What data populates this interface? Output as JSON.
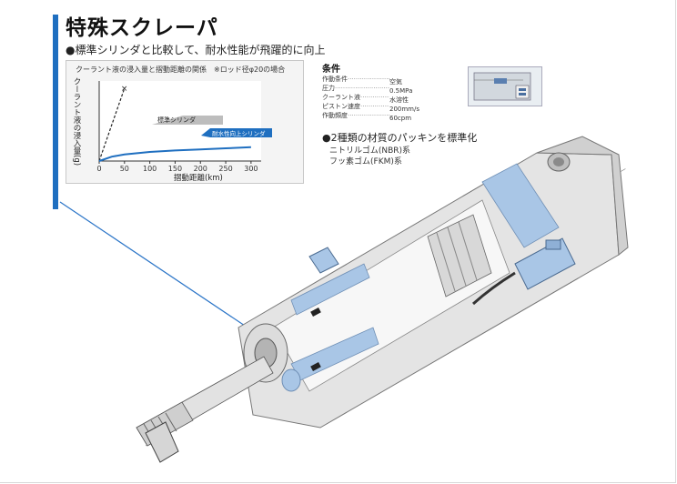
{
  "title": "特殊スクレーパ",
  "subtitle": "●標準シリンダと比較して、耐水性能が飛躍的に向上",
  "chart_data": {
    "type": "line",
    "title": "クーラント液の浸入量と摺動距離の関係　※ロッド径φ20の場合",
    "xlabel": "摺動距離(km)",
    "ylabel": "クーラント液の浸入量(g)",
    "xticks": [
      "0",
      "50",
      "100",
      "150",
      "200",
      "250",
      "300"
    ],
    "xlim": [
      0,
      320
    ],
    "series": [
      {
        "name": "標準シリンダ",
        "style": "dashed",
        "color": "#222222",
        "x": [
          0,
          50
        ],
        "y": [
          0,
          10
        ]
      },
      {
        "name": "耐水性向上シリンダ",
        "style": "solid",
        "color": "#1f6fc0",
        "x": [
          0,
          25,
          50,
          100,
          150,
          200,
          250,
          300
        ],
        "y": [
          0,
          0.6,
          0.9,
          1.25,
          1.45,
          1.6,
          1.75,
          1.9
        ]
      }
    ],
    "marker": {
      "label": "×",
      "x": 50,
      "y": 10
    }
  },
  "conditions": {
    "heading": "条件",
    "rows": [
      {
        "label": "作動条件",
        "value": "空気"
      },
      {
        "label": "圧力",
        "value": "0.5MPa"
      },
      {
        "label": "クーラント液",
        "value": "水溶性"
      },
      {
        "label": "ピストン速度",
        "value": "200mm/s"
      },
      {
        "label": "作動頻度",
        "value": "60cpm"
      }
    ]
  },
  "packing": {
    "heading": "●2種類の材質のパッキンを標準化",
    "items": [
      "ニトリルゴム(NBR)系",
      "フッ素ゴム(FKM)系"
    ]
  },
  "colors": {
    "accent": "#1f6fc0",
    "seal_blue": "#9fc0e3",
    "metal": "#dcdcdc"
  },
  "icons": {
    "cylinder": "cylinder-cutaway-illustration",
    "thumbnail": "cylinder-thumbnail-icon"
  }
}
